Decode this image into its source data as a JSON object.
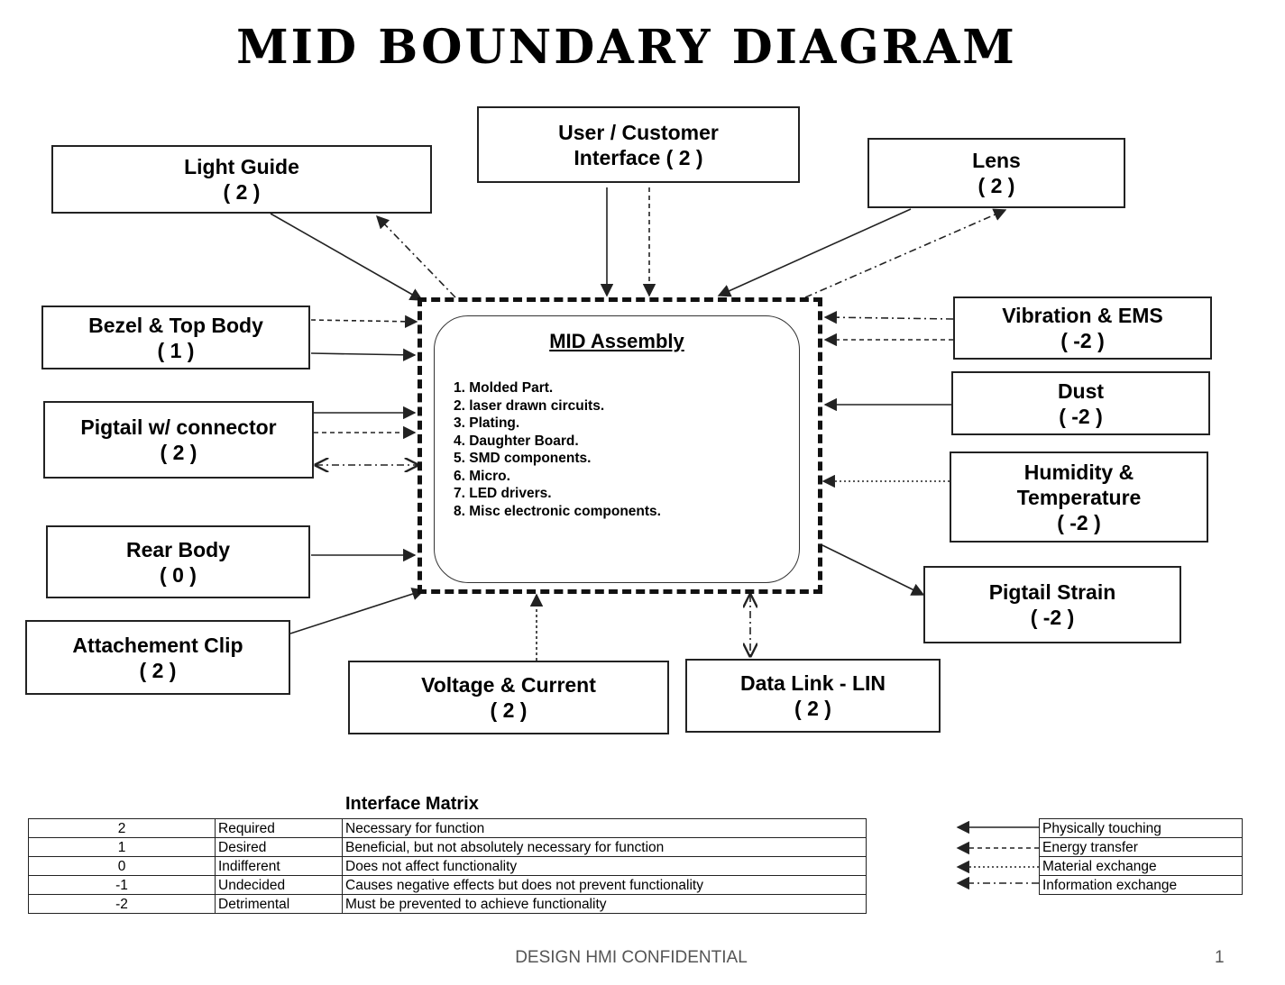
{
  "title": "MID BOUNDARY DIAGRAM",
  "mid": {
    "title": "MID Assembly",
    "items": [
      "1. Molded Part.",
      "2. laser drawn circuits.",
      "3. Plating.",
      "4. Daughter Board.",
      "5. SMD components.",
      "6. Micro.",
      "7. LED drivers.",
      "8. Misc electronic components."
    ]
  },
  "boxes": {
    "light_guide": {
      "label": "Light Guide",
      "score": "( 2 )"
    },
    "user_interface": {
      "label": "User / Customer",
      "score": "Interface ( 2 )"
    },
    "lens": {
      "label": "Lens",
      "score": "( 2 )"
    },
    "bezel": {
      "label": "Bezel & Top Body",
      "score": "( 1 )"
    },
    "pigtail_connector": {
      "label": "Pigtail w/ connector",
      "score": "( 2 )"
    },
    "rear_body": {
      "label": "Rear Body",
      "score": "( 0 )"
    },
    "attachment_clip": {
      "label": "Attachement Clip",
      "score": "( 2 )"
    },
    "voltage_current": {
      "label": "Voltage & Current",
      "score": "( 2 )"
    },
    "data_link": {
      "label": "Data Link - LIN",
      "score": "( 2 )"
    },
    "vibration": {
      "label": "Vibration & EMS",
      "score": "( -2 )"
    },
    "dust": {
      "label": "Dust",
      "score": "( -2 )"
    },
    "humidity": {
      "label1": "Humidity &",
      "label2": "Temperature",
      "score": "( -2 )"
    },
    "pigtail_strain": {
      "label": "Pigtail Strain",
      "score": "( -2 )"
    }
  },
  "matrix": {
    "title": "Interface Matrix",
    "rows": [
      {
        "value": "2",
        "level": "Required",
        "description": "Necessary for function"
      },
      {
        "value": "1",
        "level": "Desired",
        "description": "Beneficial, but not absolutely necessary for function"
      },
      {
        "value": "0",
        "level": "Indifferent",
        "description": "Does not affect functionality"
      },
      {
        "value": "-1",
        "level": "Undecided",
        "description": "Causes negative effects but does not prevent functionality"
      },
      {
        "value": "-2",
        "level": "Detrimental",
        "description": "Must be prevented to achieve functionality"
      }
    ]
  },
  "legend": [
    {
      "label": "Physically touching",
      "style": "solid"
    },
    {
      "label": "Energy transfer",
      "style": "dashed"
    },
    {
      "label": "Material exchange",
      "style": "dotted"
    },
    {
      "label": "Information exchange",
      "style": "dashdot"
    }
  ],
  "footer": {
    "text": "DESIGN HMI CONFIDENTIAL",
    "page": "1"
  },
  "colors": {
    "line": "#222222",
    "text": "#000000",
    "footer": "#555555"
  }
}
